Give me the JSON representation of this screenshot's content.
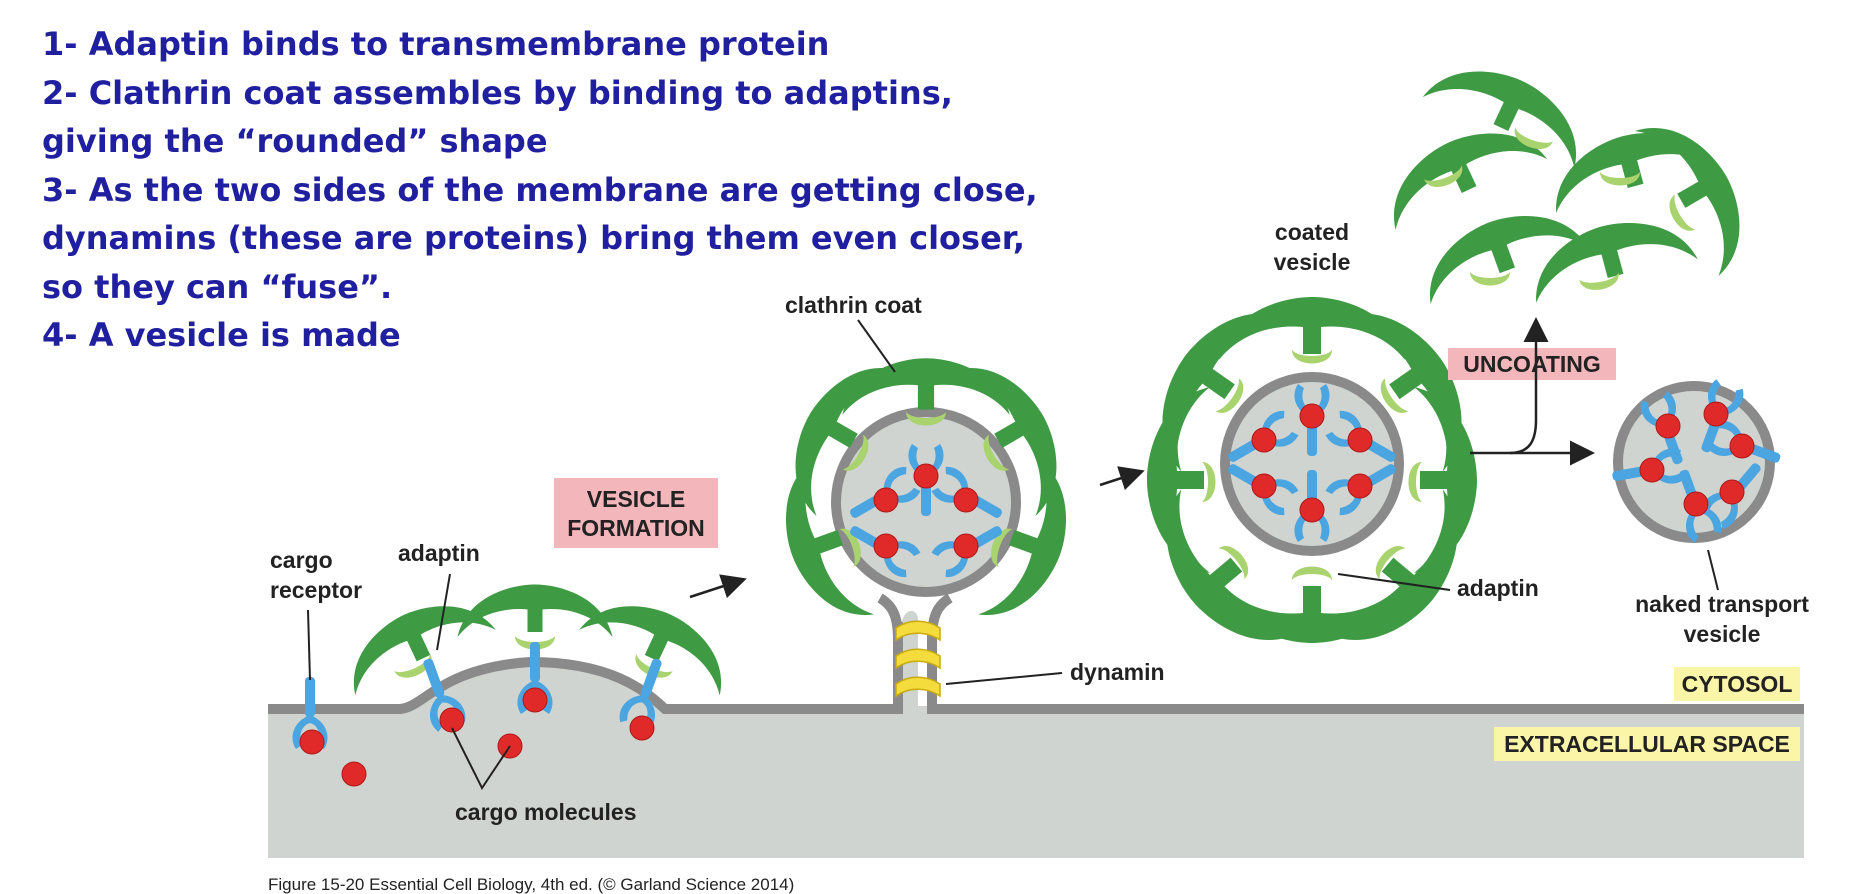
{
  "steps": [
    "1- Adaptin binds to transmembrane protein",
    "2- Clathrin coat assembles by binding to adaptins,",
    "giving the “rounded” shape",
    "3- As the two sides of the membrane are getting close,",
    "dynamins (these are proteins) bring them even closer,",
    "so they can “fuse”.",
    "4- A vesicle is made"
  ],
  "labels": {
    "cargo_receptor_1": "cargo",
    "cargo_receptor_2": "receptor",
    "adaptin_left": "adaptin",
    "cargo_molecules": "cargo molecules",
    "vesicle_formation_1": "VESICLE",
    "vesicle_formation_2": "FORMATION",
    "clathrin_coat": "clathrin coat",
    "dynamin": "dynamin",
    "coated_vesicle_1": "coated",
    "coated_vesicle_2": "vesicle",
    "uncoating": "UNCOATING",
    "adaptin_right": "adaptin",
    "naked_vesicle_1": "naked transport",
    "naked_vesicle_2": "vesicle",
    "cytosol": "CYTOSOL",
    "extracellular_space": "EXTRACELLULAR SPACE",
    "caption": "Figure 15-20  Essential Cell Biology, 4th ed. (© Garland Science 2014)"
  },
  "colors": {
    "step_text": "#1f1fa0",
    "clathrin": "#3f9a44",
    "adaptin": "#a9d36e",
    "receptor": "#4aa5e0",
    "cargo": "#e02a2a",
    "membrane": "#8a8a8a",
    "lumen": "#cfd4d1",
    "dynamin": "#f3dc3c",
    "pink_tag": "#f3b6bb",
    "yellow_tag": "#fbf5a8"
  }
}
